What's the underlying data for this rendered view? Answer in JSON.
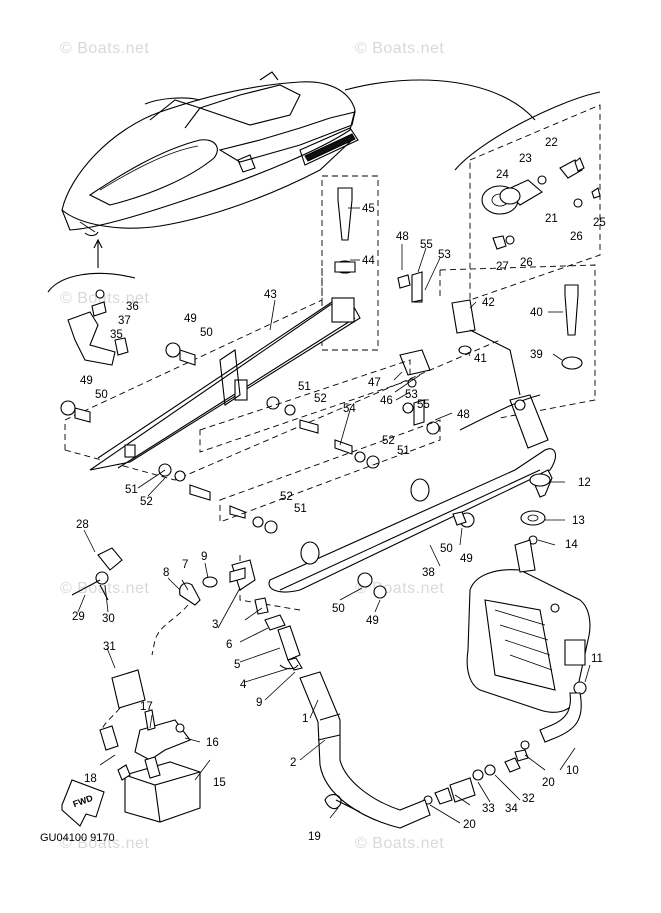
{
  "watermark": "© Boats.net",
  "diagram_code": "GU04100 9170",
  "fwd_label": "FWD",
  "callouts": {
    "c1": "1",
    "c2": "2",
    "c3": "3",
    "c4": "4",
    "c5": "5",
    "c6": "6",
    "c7": "7",
    "c8": "8",
    "c9a": "9",
    "c9b": "9",
    "c10": "10",
    "c11": "11",
    "c12": "12",
    "c13": "13",
    "c14": "14",
    "c15": "15",
    "c16": "16",
    "c17": "17",
    "c18": "18",
    "c19": "19",
    "c20a": "20",
    "c20b": "20",
    "c21": "21",
    "c22": "22",
    "c23": "23",
    "c24": "24",
    "c25": "25",
    "c26a": "26",
    "c26b": "26",
    "c27": "27",
    "c28": "28",
    "c29": "29",
    "c30": "30",
    "c31": "31",
    "c32": "32",
    "c33": "33",
    "c34": "34",
    "c35": "35",
    "c36": "36",
    "c37": "37",
    "c38": "38",
    "c39": "39",
    "c40": "40",
    "c41": "41",
    "c42": "42",
    "c43": "43",
    "c44": "44",
    "c45": "45",
    "c46": "46",
    "c47": "47",
    "c48a": "48",
    "c48b": "48",
    "c49a": "49",
    "c49b": "49",
    "c49c": "49",
    "c49d": "49",
    "c50a": "50",
    "c50b": "50",
    "c50c": "50",
    "c50d": "50",
    "c51a": "51",
    "c51b": "51",
    "c51c": "51",
    "c51d": "51",
    "c52a": "52",
    "c52b": "52",
    "c52c": "52",
    "c52d": "52",
    "c53a": "53",
    "c53b": "53",
    "c54": "54",
    "c55a": "55",
    "c55b": "55"
  }
}
